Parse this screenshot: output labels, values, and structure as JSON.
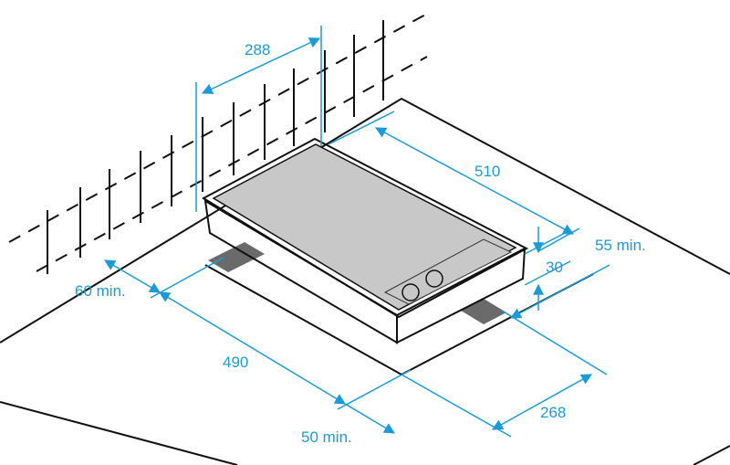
{
  "diagram": {
    "title": "Built-in hob installation dimensions",
    "labels": {
      "wall_width": "288",
      "hob_depth": "510",
      "rear_clearance": "55 min.",
      "height": "30",
      "side_clearance": "60 min.",
      "cutout_length": "490",
      "front_clearance": "50 min.",
      "cutout_width": "268"
    },
    "colors": {
      "dimension": "#1a9bd7",
      "glass": "#c8c8c8",
      "shadow": "#6a6a6a"
    }
  }
}
